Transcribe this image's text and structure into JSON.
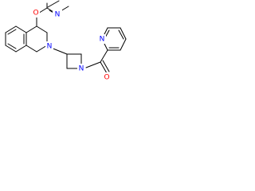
{
  "structure": {
    "colors": {
      "bond": "#000000",
      "nitrogen": "#0000ff",
      "oxygen": "#ff0000"
    },
    "atoms": {
      "n_dimethyl": "N",
      "o_amide": "O",
      "n_tetrahydroisoquinoline": "N",
      "n_azetidine": "N",
      "n_pyridine": "N",
      "o_carbonyl": "O"
    }
  }
}
